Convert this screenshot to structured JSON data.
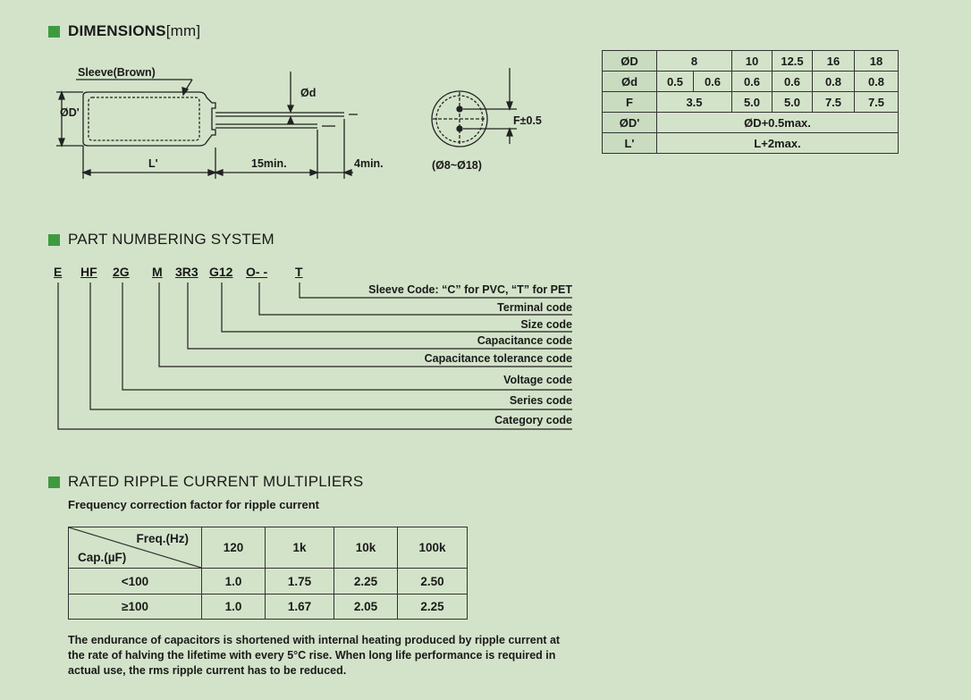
{
  "dimensions": {
    "heading_bold": "DIMENSIONS",
    "heading_unit": "[mm]",
    "drawing": {
      "sleeve_label": "Sleeve(Brown)",
      "od_label": "ØD'",
      "d_label": "Ød",
      "l_label": "L'",
      "lead_length": "15min.",
      "lead_extra": "4min.",
      "f_label": "F±0.5",
      "range_label": "(Ø8~Ø18)"
    },
    "table": {
      "rows": [
        {
          "head": "ØD",
          "cells": [
            {
              "v": "8",
              "span": 2
            },
            {
              "v": "10"
            },
            {
              "v": "12.5"
            },
            {
              "v": "16"
            },
            {
              "v": "18"
            }
          ]
        },
        {
          "head": "Ød",
          "cells": [
            {
              "v": "0.5"
            },
            {
              "v": "0.6"
            },
            {
              "v": "0.6"
            },
            {
              "v": "0.6"
            },
            {
              "v": "0.8"
            },
            {
              "v": "0.8"
            }
          ]
        },
        {
          "head": "F",
          "cells": [
            {
              "v": "3.5",
              "span": 2
            },
            {
              "v": "5.0"
            },
            {
              "v": "5.0"
            },
            {
              "v": "7.5"
            },
            {
              "v": "7.5"
            }
          ]
        },
        {
          "head": "ØD'",
          "cells": [
            {
              "v": "ØD+0.5max.",
              "span": 6
            }
          ]
        },
        {
          "head": "L'",
          "cells": [
            {
              "v": "L+2max.",
              "span": 6
            }
          ]
        }
      ]
    }
  },
  "part_numbering": {
    "heading": "PART NUMBERING SYSTEM",
    "codes": [
      "E",
      "HF",
      "2G",
      "M",
      "3R3",
      "G12",
      "O- -",
      "T"
    ],
    "labels": [
      "Sleeve Code: “C” for PVC, “T” for PET",
      "Terminal code",
      "Size code",
      "Capacitance code",
      "Capacitance tolerance code",
      "Voltage code",
      "Series code",
      "Category code"
    ]
  },
  "ripple": {
    "heading": "RATED RIPPLE CURRENT MULTIPLIERS",
    "subtitle": "Frequency correction factor for ripple current",
    "corner_top": "Freq.(Hz)",
    "corner_bottom": "Cap.(µF)",
    "freqs": [
      "120",
      "1k",
      "10k",
      "100k"
    ],
    "rows": [
      {
        "cap": "<100",
        "values": [
          "1.0",
          "1.75",
          "2.25",
          "2.50"
        ]
      },
      {
        "cap": "≥100",
        "values": [
          "1.0",
          "1.67",
          "2.05",
          "2.25"
        ]
      }
    ],
    "note": "The endurance of capacitors is shortened with internal heating produced by ripple current at the rate of halving the lifetime with every 5°C rise. When long life performance is required in actual use, the rms ripple current has to be reduced."
  }
}
